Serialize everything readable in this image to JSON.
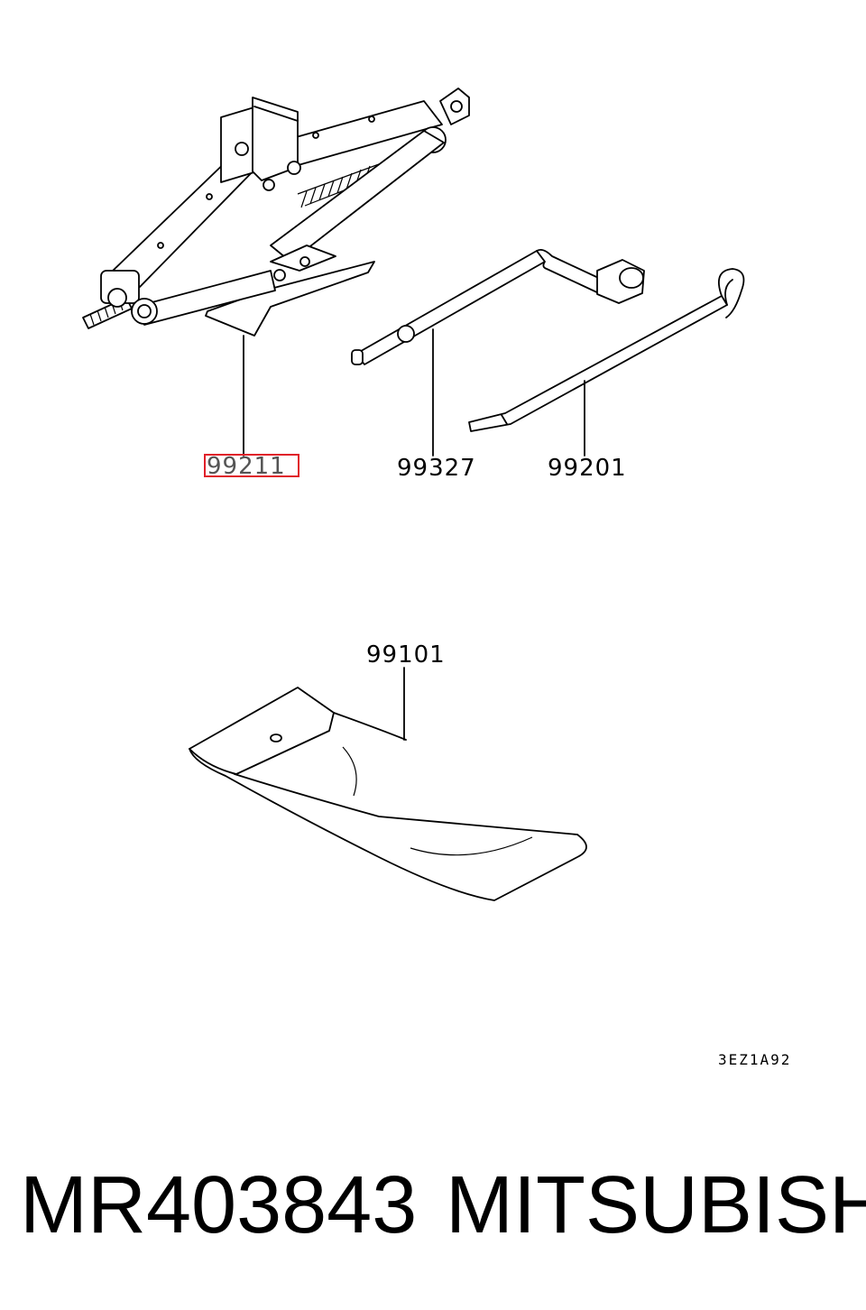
{
  "parts": [
    {
      "number": "99211",
      "highlighted": true
    },
    {
      "number": "99327",
      "highlighted": false
    },
    {
      "number": "99201",
      "highlighted": false
    },
    {
      "number": "99101",
      "highlighted": false
    }
  ],
  "diagram_code": "3EZ1A92",
  "footer": {
    "part_number": "MR403843",
    "brand": "MITSUBISHI"
  },
  "colors": {
    "highlight": "#e0202a",
    "ink": "#000000",
    "background": "#ffffff"
  }
}
